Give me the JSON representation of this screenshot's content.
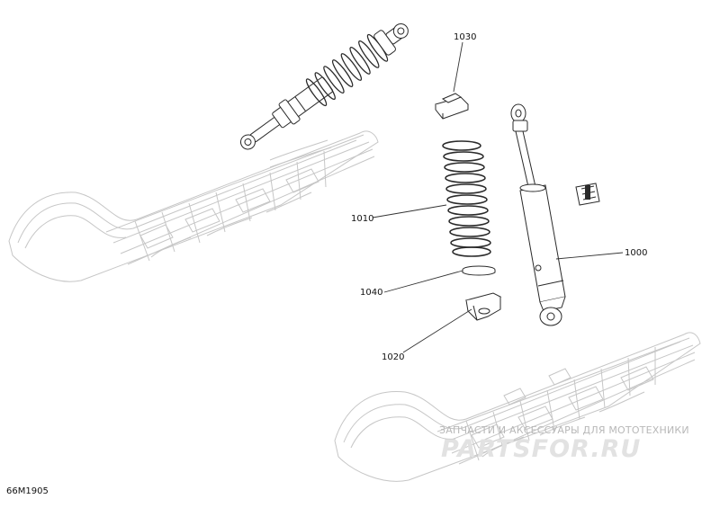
{
  "diagram": {
    "callouts": [
      {
        "id": "1030",
        "label": "1030"
      },
      {
        "id": "1010",
        "label": "1010"
      },
      {
        "id": "1000",
        "label": "1000"
      },
      {
        "id": "1040",
        "label": "1040"
      },
      {
        "id": "1020",
        "label": "1020"
      }
    ],
    "drawing_code": "66M1905"
  },
  "watermark": {
    "tagline": "ЗАПЧАСТИ И АКСЕССУАРЫ ДЛЯ МОТОТЕХНИКИ",
    "brand": "PARTSFOR.RU"
  },
  "colors": {
    "line": "#2a2a2a",
    "ghost": "#c8c8c8",
    "watermark": "#d9d9d9"
  }
}
